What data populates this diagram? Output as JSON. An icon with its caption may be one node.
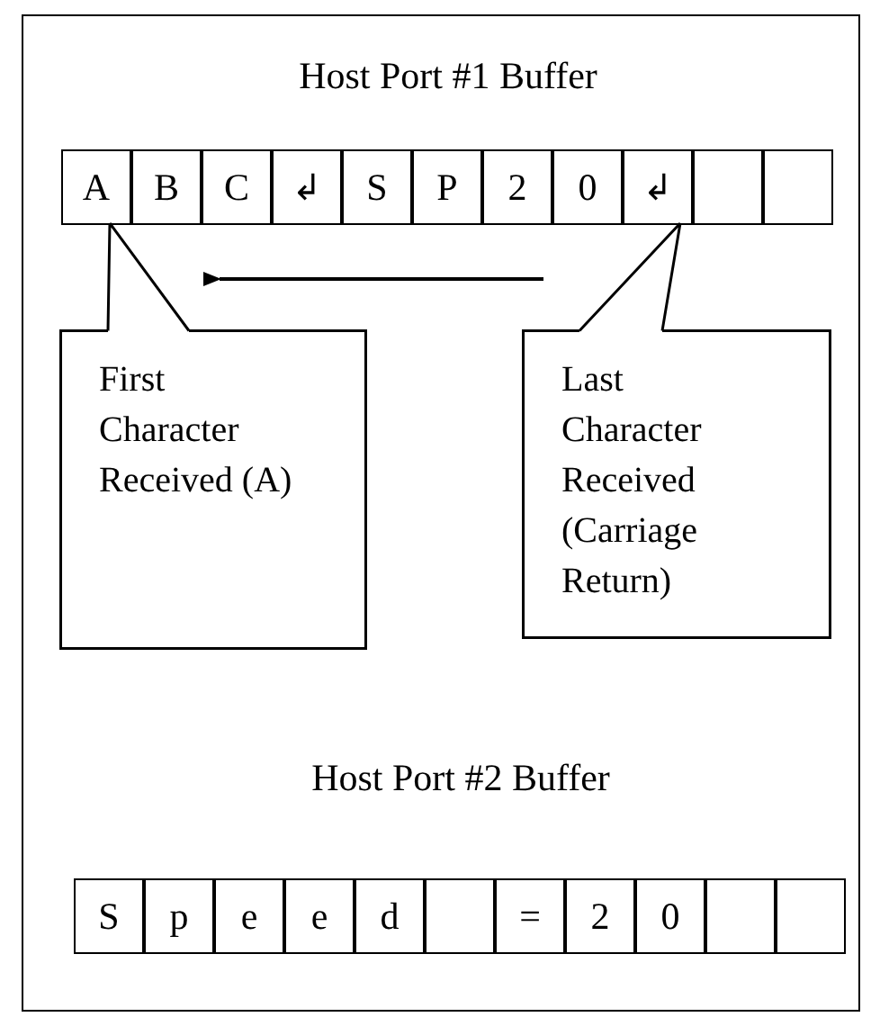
{
  "diagram": {
    "nodes": [
      {
        "text": [
          "Host Port #1 Buffer"
        ]
      },
      {
        "text": [
          "A"
        ],
        "in": 0
      },
      {
        "text": [
          "B"
        ],
        "in": 0
      },
      {
        "text": [
          "C"
        ],
        "in": 0
      },
      {
        "text": [
          "↲"
        ],
        "in": 0
      },
      {
        "text": [
          "S"
        ],
        "in": 0
      },
      {
        "text": [
          "P"
        ],
        "in": 0
      },
      {
        "text": [
          "2"
        ],
        "in": 0
      },
      {
        "text": [
          "0"
        ],
        "in": 0
      },
      {
        "text": [
          "↲"
        ],
        "in": 0
      },
      {
        "text": [],
        "shape": "box",
        "in": 0
      },
      {
        "text": [],
        "shape": "box",
        "in": 0
      },
      {
        "text": [
          "First Character Received (A)"
        ]
      },
      {
        "text": [
          "Last Character Received (Carriage Return)"
        ]
      },
      {
        "text": [
          "Host Port #2 Buffer"
        ]
      },
      {
        "text": [
          "S"
        ],
        "in": 14
      },
      {
        "text": [
          "p"
        ],
        "in": 14
      },
      {
        "text": [
          "e"
        ],
        "in": 14
      },
      {
        "text": [
          "e"
        ],
        "in": 14
      },
      {
        "text": [
          "d"
        ],
        "in": 14
      },
      {
        "text": [],
        "shape": "box",
        "in": 14
      },
      {
        "text": [
          "="
        ],
        "in": 14
      },
      {
        "text": [
          "2"
        ],
        "in": 14
      },
      {
        "text": [
          "0"
        ],
        "in": 14
      },
      {
        "text": [],
        "shape": "box",
        "in": 14
      },
      {
        "text": [],
        "shape": "box",
        "in": 14
      }
    ],
    "edges": [
      {
        "from": 12,
        "to": 1,
        "arrow": "none"
      },
      {
        "from": 13,
        "to": 9,
        "arrow": "none"
      }
    ]
  }
}
